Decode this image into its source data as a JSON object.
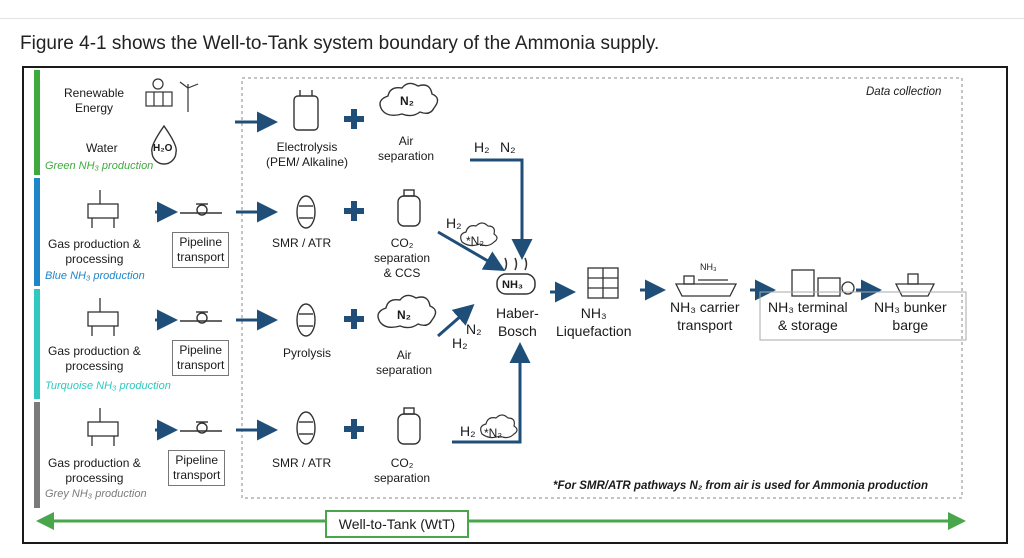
{
  "caption": "Figure 4-1 shows the Well-to-Tank system boundary of the Ammonia supply.",
  "data_collection": "Data collection",
  "colors": {
    "green": "#3eaa3e",
    "blue": "#1e86c8",
    "turquoise": "#2fc9c0",
    "grey": "#7a7a7a",
    "arrow": "#1f4e79",
    "wtt": "#4aa64a"
  },
  "rows": {
    "green": {
      "renewable": "Renewable\nEnergy",
      "water": "Water",
      "band": "Green NH₃ production",
      "electrolysis": "Electrolysis\n(PEM/ Alkaline)",
      "air_sep": "Air\nseparation",
      "n2": "N₂",
      "h2": "H₂",
      "n2b": "N₂",
      "water_icon": "H₂O"
    },
    "blue": {
      "gas": "Gas production &\nprocessing",
      "pipeline": "Pipeline\ntransport",
      "band": "Blue NH₃ production",
      "reformer": "SMR / ATR",
      "co2": "CO₂\nseparation\n& CCS",
      "h2": "H₂",
      "n2": "*N₂"
    },
    "turquoise": {
      "gas": "Gas production &\nprocessing",
      "pipeline": "Pipeline\ntransport",
      "band": "Turquoise NH₃ production",
      "reformer": "Pyrolysis",
      "air_sep": "Air\nseparation",
      "n2": "N₂",
      "n2b": "N₂",
      "h2": "H₂"
    },
    "grey": {
      "gas": "Gas production &\nprocessing",
      "pipeline": "Pipeline\ntransport",
      "band": "Grey NH₃ production",
      "reformer": "SMR / ATR",
      "co2": "CO₂\nseparation",
      "h2": "H₂",
      "n2": "*N₂"
    }
  },
  "chain": {
    "nh3_icon": "NH₃",
    "haber": "Haber-\nBosch",
    "liquefaction": "NH₃\nLiquefaction",
    "carrier_icon": "NH₃",
    "carrier": "NH₃ carrier\ntransport",
    "terminal": "NH₃ terminal\n& storage",
    "bunker": "NH₃ bunker\nbarge"
  },
  "note": "*For SMR/ATR pathways N₂ from air is used for Ammonia production",
  "wtt": "Well-to-Tank (WtT)"
}
